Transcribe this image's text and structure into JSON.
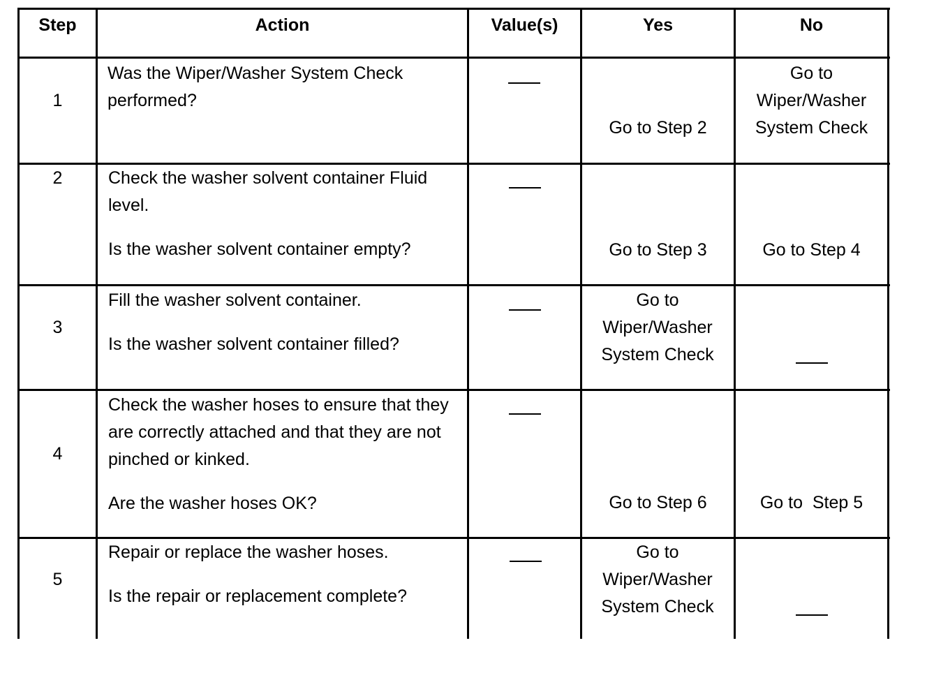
{
  "table": {
    "headers": {
      "step": "Step",
      "action": "Action",
      "values": "Value(s)",
      "yes": "Yes",
      "no": "No"
    },
    "rows": [
      {
        "step": "1",
        "action": [
          "Was the Wiper/Washer System Check performed?"
        ],
        "values": "___",
        "yes": "Go to Step 2",
        "no": "Go to Wiper/Washer System Check"
      },
      {
        "step": "2",
        "action": [
          "Check the washer solvent container Fluid level.",
          "Is the washer solvent container empty?"
        ],
        "values": "___",
        "yes": "Go to Step 3",
        "no": "Go to Step 4"
      },
      {
        "step": "3",
        "action": [
          "Fill the washer solvent container.",
          "Is the washer solvent container filled?"
        ],
        "values": "___",
        "yes": "Go to Wiper/Washer System Check",
        "no": "___"
      },
      {
        "step": "4",
        "action": [
          "Check the washer hoses to ensure that they are correctly attached and that they are not pinched or kinked.",
          "Are the washer hoses OK?"
        ],
        "values": "___",
        "yes": "Go to Step 6",
        "no": "Go to  Step 5"
      },
      {
        "step": "5",
        "action": [
          "Repair or replace the washer hoses.",
          "Is the repair or replacement complete?"
        ],
        "values": "___",
        "yes": "Go to Wiper/Washer System Check",
        "no": "___"
      }
    ]
  }
}
